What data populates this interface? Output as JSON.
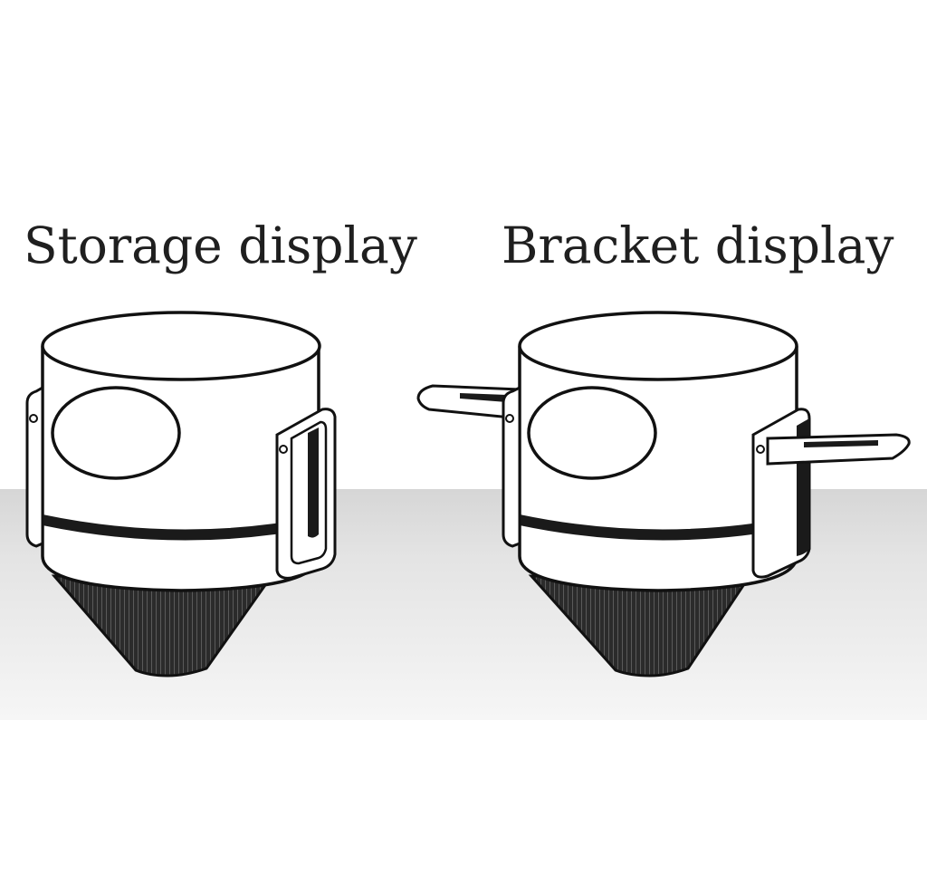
{
  "labels": {
    "storage": "Storage display",
    "bracket": "Bracket display"
  },
  "colors": {
    "background": "#ffffff",
    "floor_band": "#e6e6e6",
    "outline": "#1a1a1a",
    "filter_mesh": "#2a2a2a",
    "body_fill": "#ffffff"
  },
  "illustrations": {
    "storage": {
      "handles": "folded",
      "icon": "coffee-filter-icon"
    },
    "bracket": {
      "handles": "extended",
      "icon": "coffee-filter-icon"
    }
  }
}
